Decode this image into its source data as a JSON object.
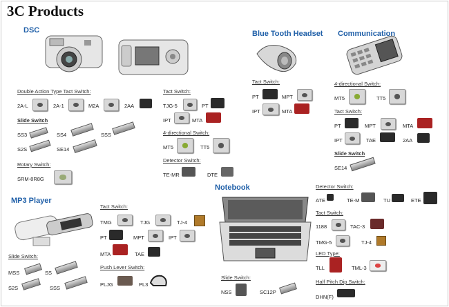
{
  "title": "3C Products",
  "sections": {
    "dsc": "DSC",
    "bluetooth": "Blue Tooth Headset",
    "communication": "Communication",
    "notebook": "Notebook",
    "mp3": "MP3 Player"
  },
  "dsc": {
    "double_action": "Double Action Type Tact Switch:",
    "double_items": [
      "2A-L",
      "2A-1",
      "M2A",
      "2AA"
    ],
    "slide_switch": "Slide Switch",
    "slide_items": [
      "SS3",
      "SS4",
      "SSS",
      "S2S",
      "SE14"
    ],
    "rotary": "Rotary Switch:",
    "rotary_items": [
      "SRM-8R8G"
    ],
    "tact": "Tact Switch:",
    "tact_items": [
      "TJG-5",
      "PT",
      "IPT",
      "MTA"
    ],
    "four_dir": "4-directional Switch:",
    "four_dir_items": [
      "MT5",
      "TT5"
    ],
    "detector": "Detector Switch:",
    "detector_items": [
      "TE-MR",
      "DTE"
    ]
  },
  "bluetooth": {
    "tact": "Tact Switch:",
    "items": [
      "PT",
      "MPT",
      "IPT",
      "MTA"
    ]
  },
  "communication": {
    "four_dir": "4-directional Switch:",
    "four_dir_items": [
      "MT5",
      "TT5"
    ],
    "tact": "Tact Switch:",
    "tact_items": [
      "PT",
      "MPT",
      "MTA",
      "IPT",
      "TAE",
      "2AA"
    ],
    "slide_switch": "Slide Switch",
    "slide_items": [
      "SE14"
    ]
  },
  "notebook": {
    "detector": "Detector Switch:",
    "detector_items": [
      "ATE",
      "TE-M",
      "TU",
      "ETE"
    ],
    "tact": "Tact Switch:",
    "tact_items": [
      "1188",
      "TAC-3",
      "TMG-5",
      "TJ-4"
    ],
    "led": "LED Type:",
    "led_items": [
      "TLL",
      "TML-3"
    ],
    "half_pitch": "Half Pitch Dip Switch:",
    "half_pitch_items": [
      "DHN(F)"
    ],
    "slide": "Slide Switch:",
    "slide_items": [
      "NSS",
      "SC12P"
    ]
  },
  "mp3": {
    "tact": "Tact Switch:",
    "tact_items": [
      "TMG",
      "TJG",
      "TJ-4",
      "PT",
      "MPT",
      "IPT",
      "MTA",
      "TAE"
    ],
    "push_lever": "Push Lever Switch:",
    "push_lever_items": [
      "PLJG",
      "PL3"
    ],
    "slide": "Slide Switch:",
    "slide_items": [
      "MSS",
      "SS",
      "S2S",
      "SSS"
    ]
  }
}
